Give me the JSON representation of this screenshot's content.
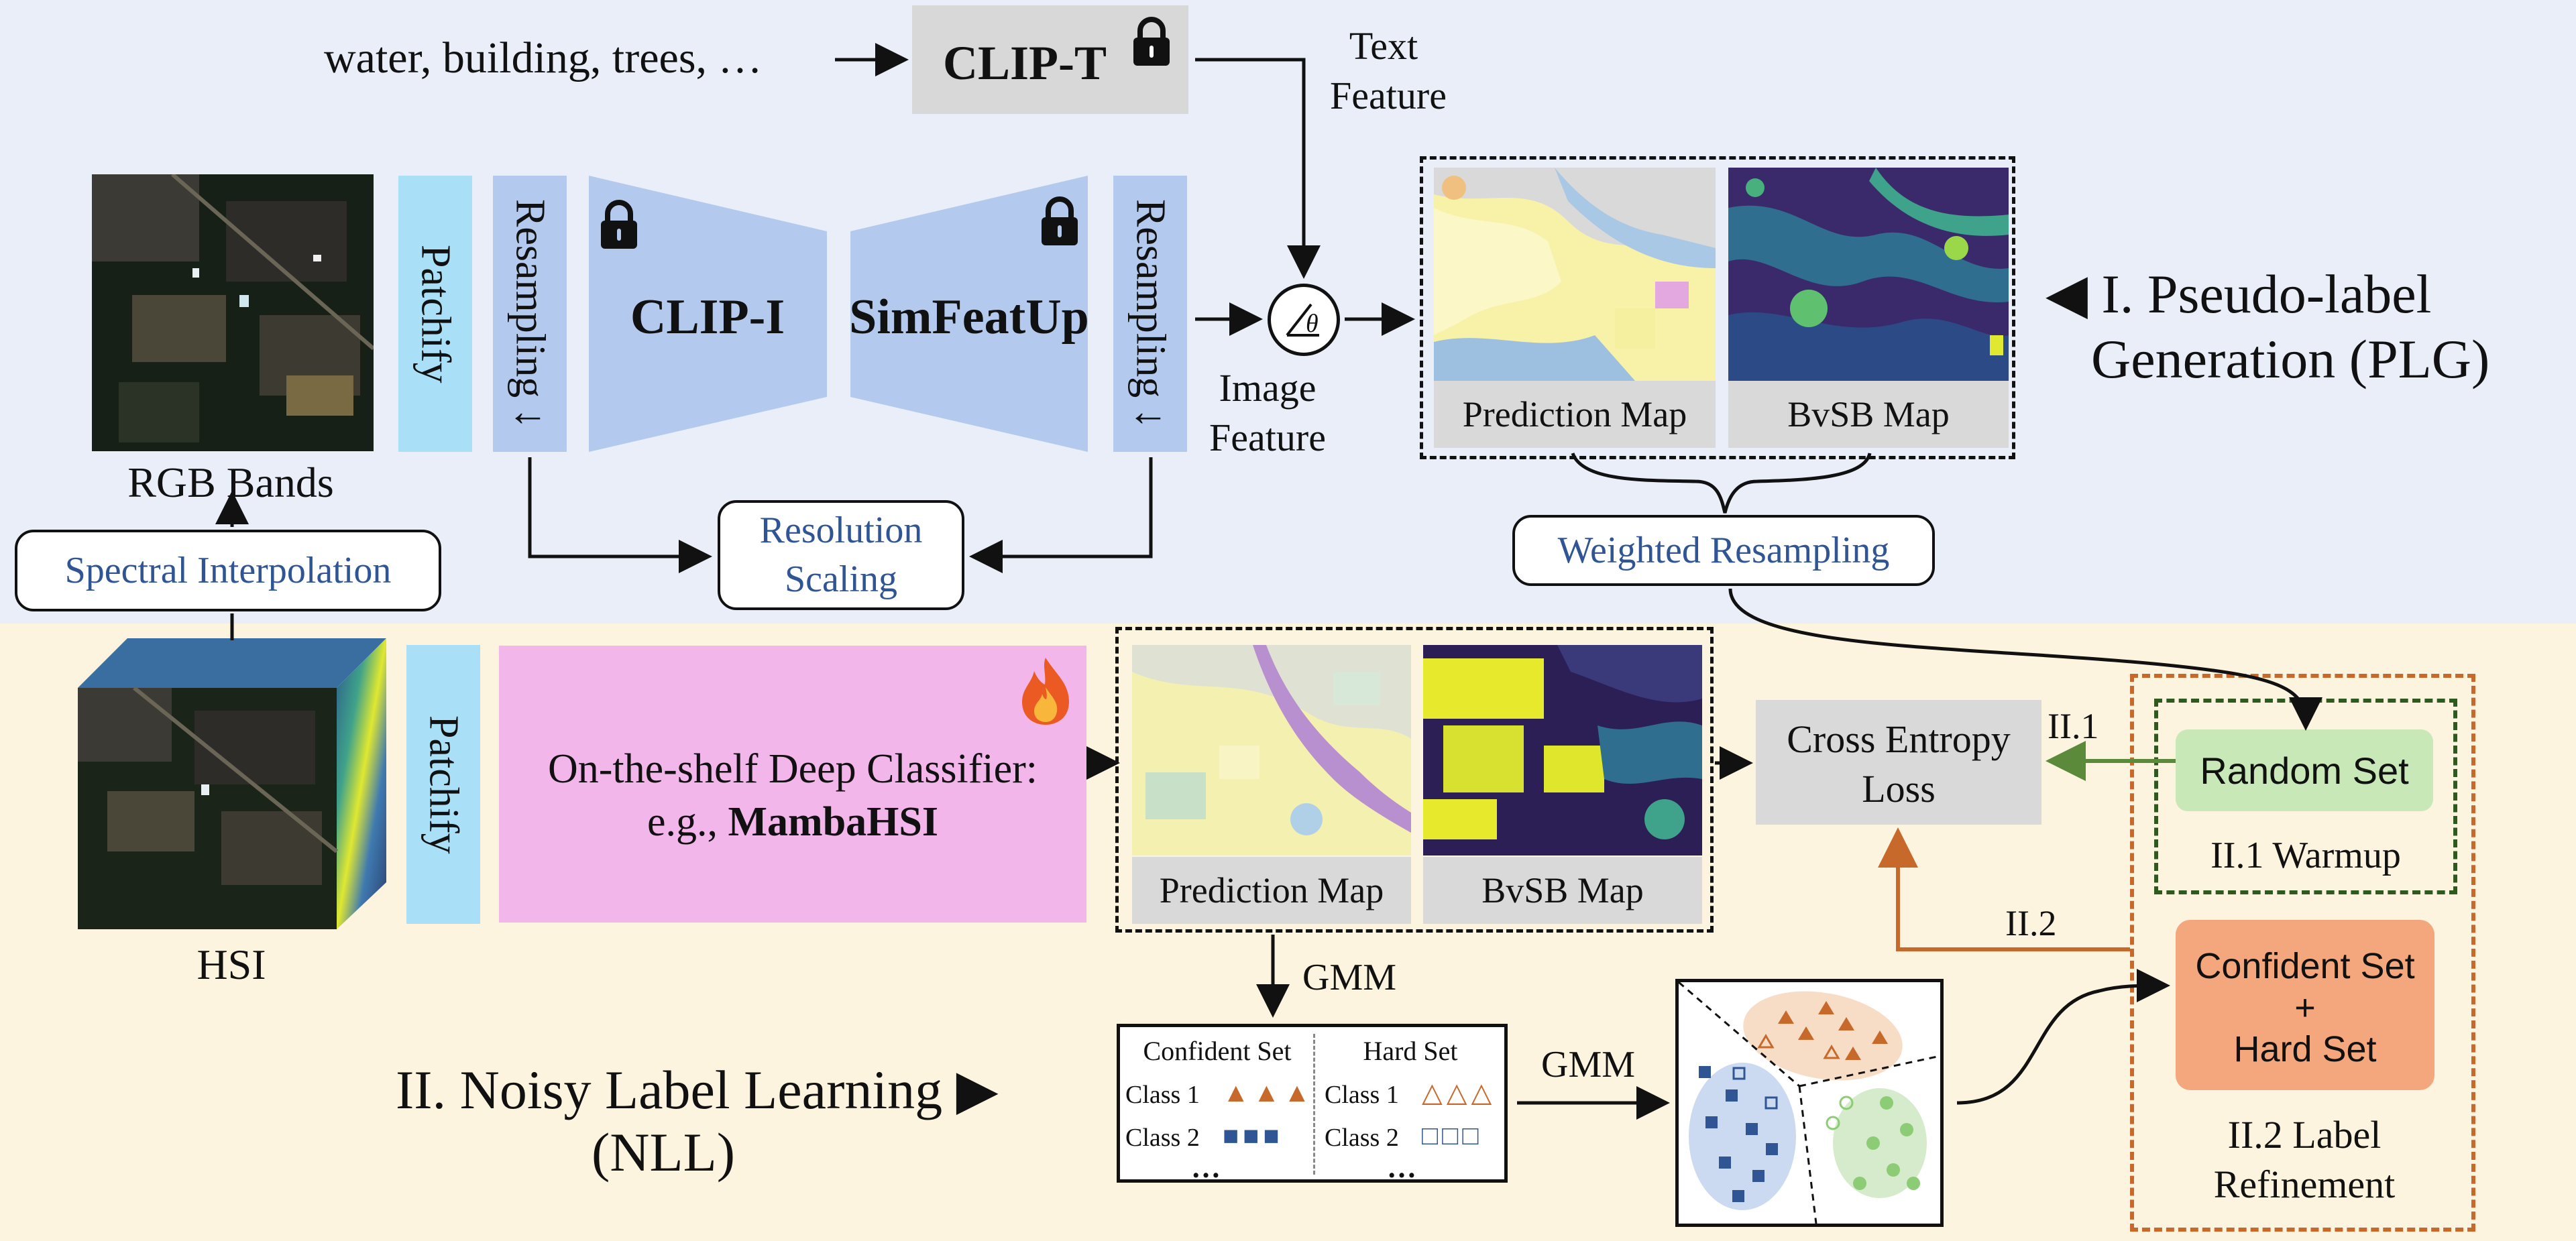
{
  "colors": {
    "top_bg": "#e9eef8",
    "bottom_bg": "#fdf4e0",
    "clip_blue": "#b3c9ee",
    "patchify_cyan": "#a9dff7",
    "classifier_pink": "#f2b6ea",
    "gray_box": "#d8d8d8",
    "warmup_green": "#c8e8b8",
    "refine_orange": "#f4a77c",
    "label_blue": "#2f5595",
    "orange_arrow": "#c8692c",
    "green_arrow": "#5a8a3a",
    "dark_green_border": "#2e5a1e",
    "orange_border": "#c8692c"
  },
  "top": {
    "text_input": "water, building, trees, …",
    "clip_t": "CLIP-T",
    "text_feature_line1": "Text",
    "text_feature_line2": "Feature",
    "rgb_bands": "RGB Bands",
    "patchify": "Patchify",
    "resampling_left": "Resampling ↓",
    "resampling_right": "Resampling ↓",
    "clip_i": "CLIP-I",
    "simfeatup": "SimFeatUp",
    "image_feature_line1": "Image",
    "image_feature_line2": "Feature",
    "theta_symbol": "θ",
    "resolution_scaling_line1": "Resolution",
    "resolution_scaling_line2": "Scaling",
    "spectral_interpolation": "Spectral Interpolation",
    "prediction_map": "Prediction Map",
    "bvsb_map": "BvSB Map",
    "weighted_resampling": "Weighted Resampling",
    "plg_line1": "◀  I. Pseudo-label",
    "plg_line2": "Generation (PLG)"
  },
  "bottom": {
    "hsi": "HSI",
    "patchify": "Patchify",
    "classifier_line1": "On-the-shelf Deep Classifier:",
    "classifier_line2_prefix": "e.g., ",
    "classifier_line2_bold": "MambaHSI",
    "prediction_map": "Prediction Map",
    "bvsb_map": "BvSB Map",
    "cross_entropy_line1": "Cross Entropy",
    "cross_entropy_line2": "Loss",
    "ii1": "II.1",
    "ii2": "II.2",
    "random_set": "Random Set",
    "warmup": "II.1 Warmup",
    "confident_set": "Confident Set",
    "plus": "+",
    "hard_set": "Hard Set",
    "label_refinement_line1": "II.2 Label",
    "label_refinement_line2": "Refinement",
    "gmm_vertical": "GMM",
    "gmm_horizontal": "GMM",
    "table": {
      "confident_header": "Confident Set",
      "hard_header": "Hard Set",
      "class1": "Class 1",
      "class2": "Class 2",
      "ellipsis": "…",
      "class1_confident_marks": "▲▲▲",
      "class1_hard_marks": "△△△",
      "class2_confident_marks": "■■■",
      "class2_hard_marks": "□□□"
    },
    "nll_line1": "II. Noisy Label Learning  ▶",
    "nll_line2": "(NLL)"
  }
}
